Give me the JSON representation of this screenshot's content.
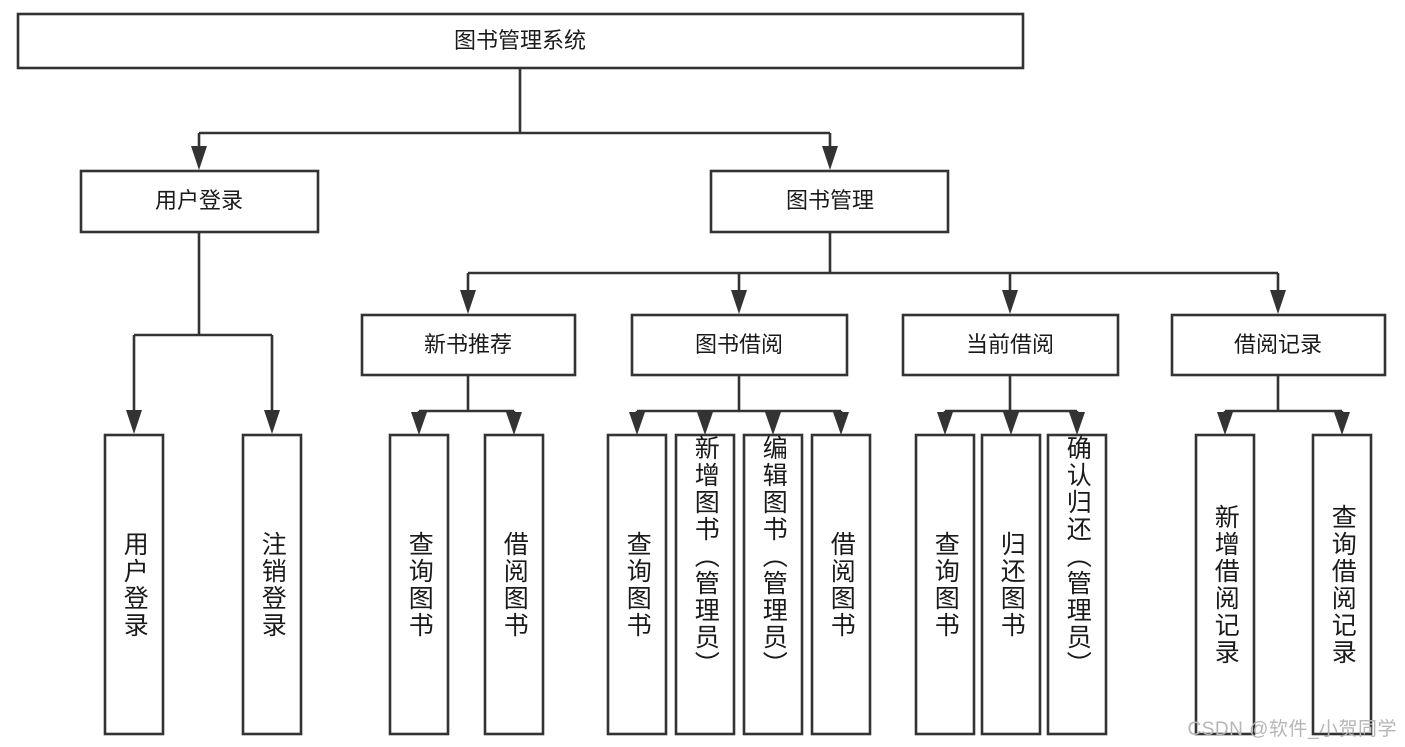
{
  "diagram": {
    "title": "图书管理系统",
    "type": "tree-hierarchy",
    "watermark": "CSDN @软件_小贺同学",
    "colors": {
      "stroke": "#333333",
      "fill": "#ffffff",
      "text": "#1a1a1a",
      "watermark": "#b6b6b6"
    },
    "root": {
      "label": "图书管理系统"
    },
    "level2": [
      {
        "label": "用户登录"
      },
      {
        "label": "图书管理"
      }
    ],
    "level3": [
      {
        "label": "新书推荐"
      },
      {
        "label": "图书借阅"
      },
      {
        "label": "当前借阅"
      },
      {
        "label": "借阅记录"
      }
    ],
    "leaves": {
      "user_login": [
        {
          "label": "用户登录"
        },
        {
          "label": "注销登录"
        }
      ],
      "new_book": [
        {
          "label": "查询图书"
        },
        {
          "label": "借阅图书"
        }
      ],
      "book_borrow": [
        {
          "label": "查询图书"
        },
        {
          "label": "新增图书（管理员）"
        },
        {
          "label": "编辑图书（管理员）"
        },
        {
          "label": "借阅图书"
        }
      ],
      "current_borrow": [
        {
          "label": "查询图书"
        },
        {
          "label": "归还图书"
        },
        {
          "label": "确认归还（管理员）"
        }
      ],
      "borrow_record": [
        {
          "label": "新增借阅记录"
        },
        {
          "label": "查询借阅记录"
        }
      ]
    }
  }
}
